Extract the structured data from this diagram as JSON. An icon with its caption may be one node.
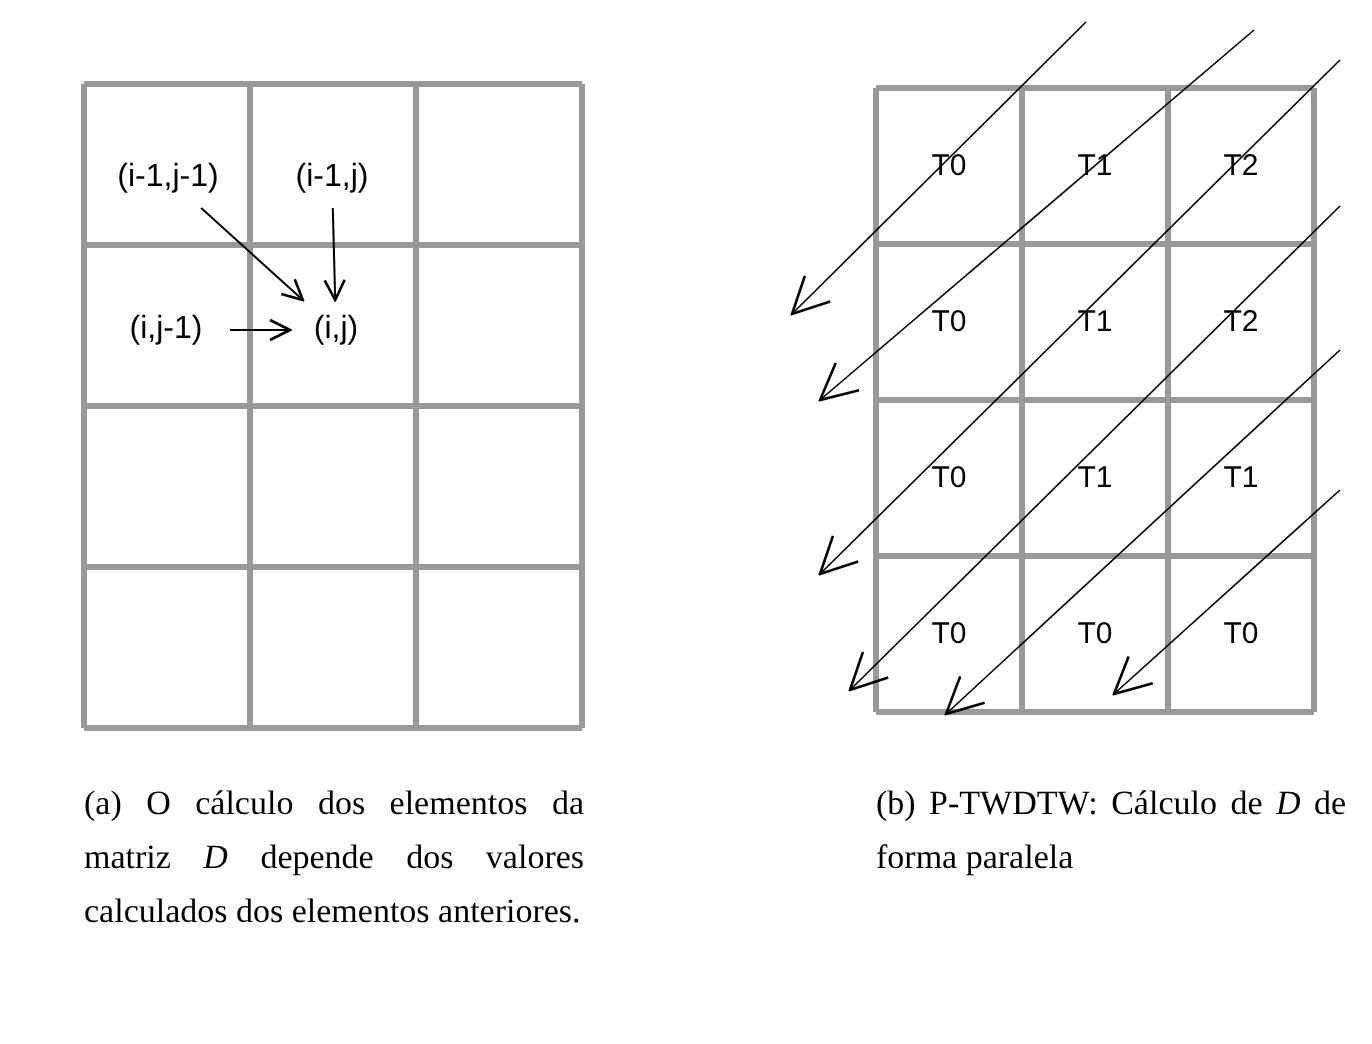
{
  "diagram": {
    "nodes": [
      {
        "text": [
          "(i-1,j-1)"
        ]
      },
      {
        "text": [
          "(i-1,j)"
        ]
      },
      {
        "text": [
          "(i,j-1)"
        ]
      },
      {
        "text": [
          "(i,j)"
        ]
      }
    ],
    "edges": [
      {
        "from": 0,
        "to": 3,
        "arrow": "to"
      },
      {
        "from": 1,
        "to": 3,
        "arrow": "to"
      },
      {
        "from": 2,
        "to": 3,
        "arrow": "to"
      }
    ],
    "labels": [
      "T0",
      "T1",
      "T2",
      "T0",
      "T1",
      "T2",
      "T0",
      "T1",
      "T1",
      "T0",
      "T0",
      "T0",
      "(a) O cálculo dos elementos da matriz *D* depende dos valores calculados dos elementos anteriores.",
      "(b) P-TWDTW: Cálculo de *D* de forma paralela"
    ]
  }
}
